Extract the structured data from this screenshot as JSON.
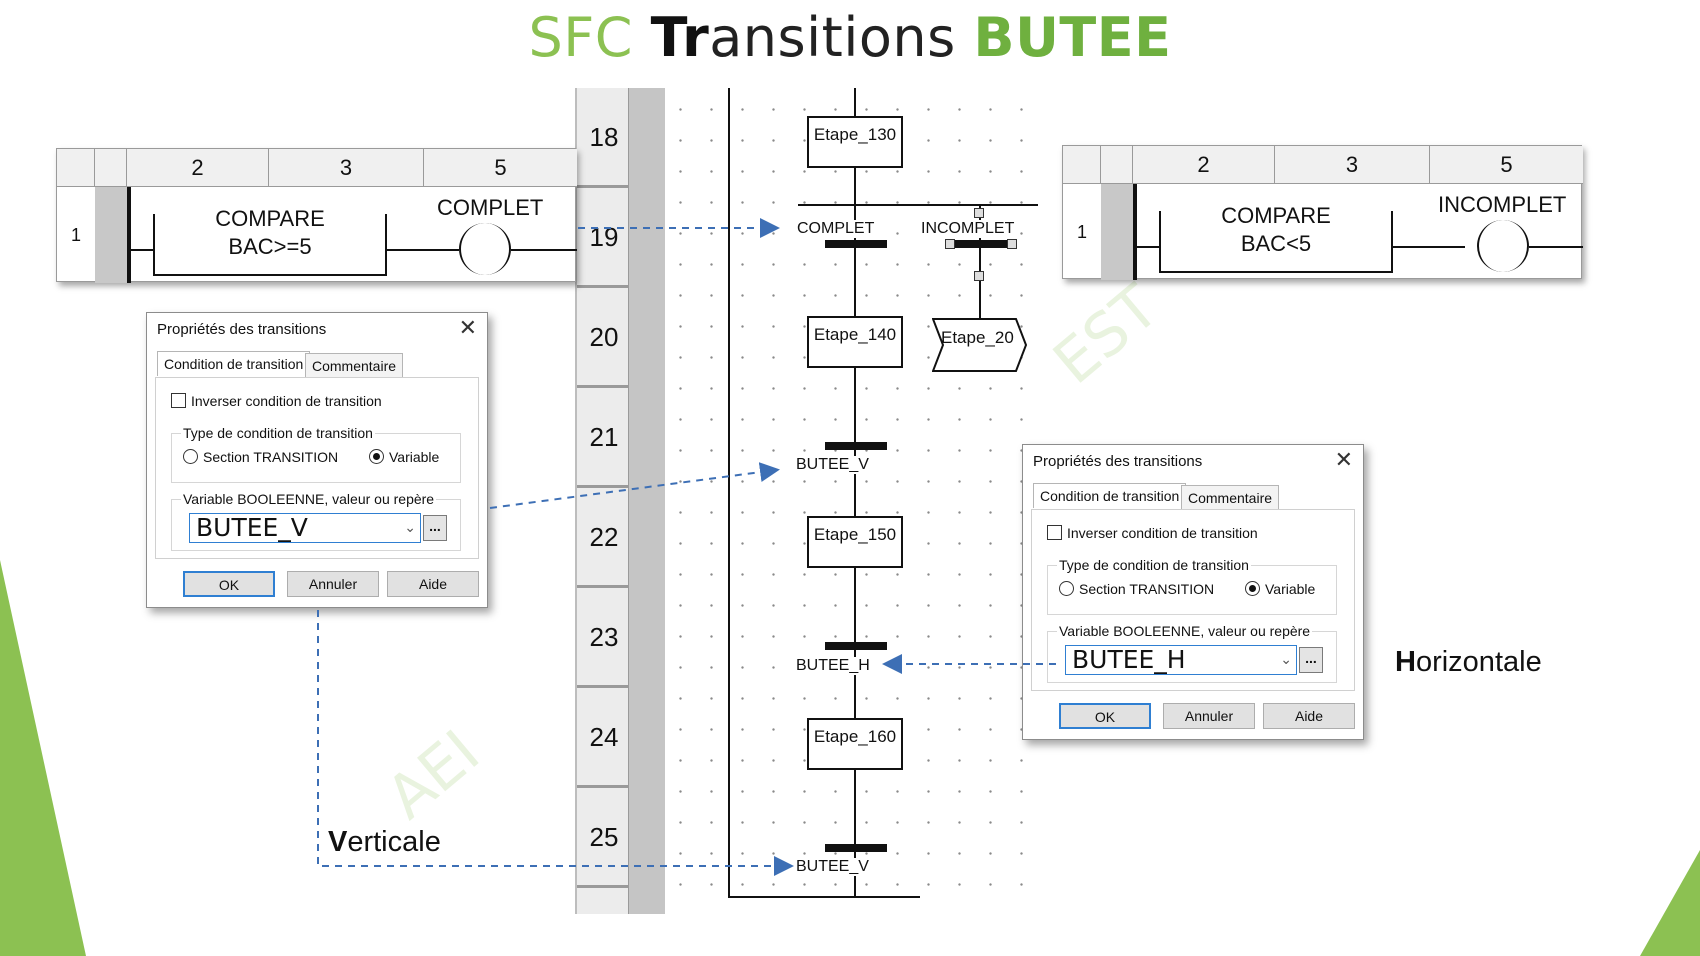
{
  "title": {
    "part1": "SFC ",
    "part2": "Tr",
    "part3": "ansitions ",
    "part4": "BUTEE"
  },
  "colors": {
    "accent_green": "#6fb03f",
    "light_green": "#8cc152",
    "dash_blue": "#3d6fb5",
    "dialog_focus": "#2f7fd2"
  },
  "watermark": {
    "left": "AEI",
    "right": "EST"
  },
  "ladder_left": {
    "row_header": "1",
    "columns": [
      "2",
      "3",
      "5"
    ],
    "compare_line1": "COMPARE",
    "compare_line2": "BAC>=5",
    "coil_label": "COMPLET",
    "coil_text": "( )"
  },
  "ladder_right": {
    "row_header": "1",
    "columns": [
      "2",
      "3",
      "5"
    ],
    "compare_line1": "COMPARE",
    "compare_line2": "BAC<5",
    "coil_label": "INCOMPLET",
    "coil_text": "( )"
  },
  "rungs": [
    "18",
    "19",
    "20",
    "21",
    "22",
    "23",
    "24",
    "25"
  ],
  "sfc": {
    "steps": [
      "Etape_130",
      "Etape_140",
      "Etape_150",
      "Etape_160"
    ],
    "jump_target": "Etape_20",
    "transitions": {
      "complet": "COMPLET",
      "incomplet": "INCOMPLET",
      "butee_v_1": "BUTEE_V",
      "butee_h": "BUTEE_H",
      "butee_v_2": "BUTEE_V"
    }
  },
  "dialog_left": {
    "title": "Propriétés des transitions",
    "close": "✕",
    "tab_condition": "Condition de transition",
    "tab_comment": "Commentaire",
    "invert_label": "Inverser condition de transition",
    "type_label": "Type de condition de transition",
    "radio_section": "Section TRANSITION",
    "radio_variable": "Variable",
    "var_label": "Variable BOOLEENNE, valeur ou repère",
    "var_value": "BUTEE_V",
    "ellipsis": "...",
    "ok": "OK",
    "cancel": "Annuler",
    "help": "Aide"
  },
  "dialog_right": {
    "title": "Propriétés des transitions",
    "close": "✕",
    "tab_condition": "Condition de transition",
    "tab_comment": "Commentaire",
    "invert_label": "Inverser condition de transition",
    "type_label": "Type de condition de transition",
    "radio_section": "Section TRANSITION",
    "radio_variable": "Variable",
    "var_label": "Variable BOOLEENNE, valeur ou repère",
    "var_value": "BUTEE_H",
    "ellipsis": "...",
    "ok": "OK",
    "cancel": "Annuler",
    "help": "Aide"
  },
  "annotations": {
    "vertical_first": "V",
    "vertical_rest": "erticale",
    "horizontal_first": "H",
    "horizontal_rest": "orizontale"
  }
}
